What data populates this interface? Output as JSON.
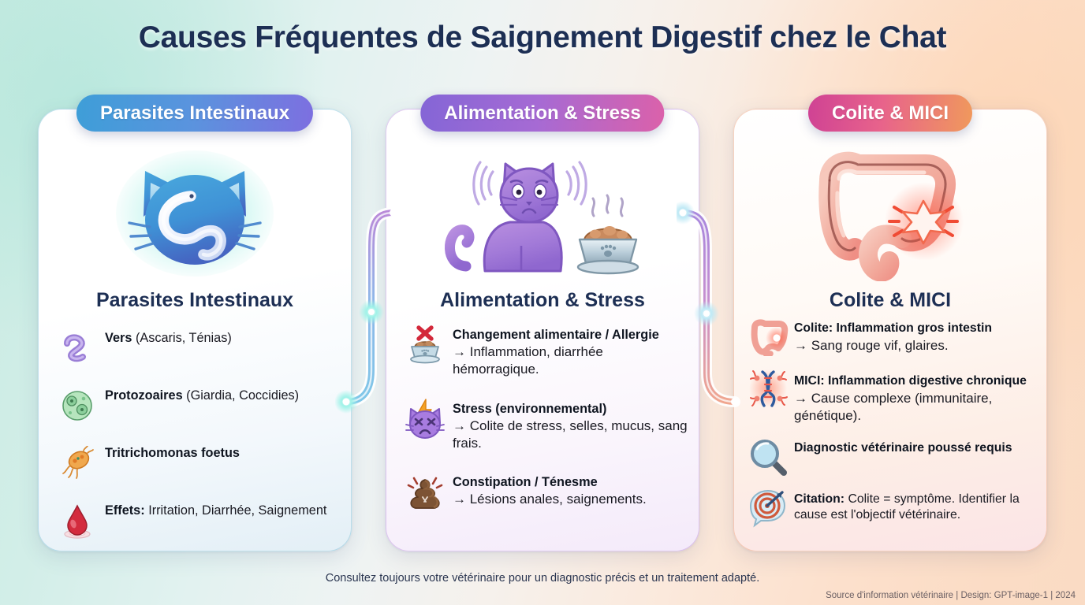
{
  "title": "Causes Fréquentes de Saignement Digestif chez le Chat",
  "footer": {
    "note": "Consultez toujours votre vétérinaire pour un diagnostic précis et un traitement adapté.",
    "credit": "Source d'information vétérinaire | Design: GPT-image-1 | 2024"
  },
  "theme": {
    "title_color": "#1d2f54",
    "background_left": "#c9ebe2",
    "background_right": "#fadbc4",
    "pill_1_colors": [
      "#3e9ed8",
      "#7d6fe0"
    ],
    "pill_2_colors": [
      "#8466d6",
      "#db61aa"
    ],
    "pill_3_colors": [
      "#cf4294",
      "#f0995c"
    ]
  },
  "columns": [
    {
      "pill_label": "Parasites Intestinaux",
      "card_title": "Parasites Intestinaux",
      "hero_icon": "cat-head-with-worm-icon",
      "items": [
        {
          "icon": "worm-icon",
          "bold": "Vers",
          "rest": " (Ascaris, Ténias)"
        },
        {
          "icon": "protozoa-icon",
          "bold": "Protozoaires",
          "rest": " (Giardia, Coccidies)"
        },
        {
          "icon": "bacteria-icon",
          "bold": "Tritrichomonas foetus",
          "rest": ""
        },
        {
          "icon": "blood-drop-icon",
          "bold": "Effets:",
          "rest": " Irritation, Diarrhée, Saignement"
        }
      ]
    },
    {
      "pill_label": "Alimentation & Stress",
      "card_title": "Alimentation & Stress",
      "hero_icon": "stressed-cat-with-food-bowl-icon",
      "items": [
        {
          "icon": "food-bowl-cross-icon",
          "bold": "Changement alimentaire / Allergie",
          "rest": "→ Inflammation, diarrhée hémorragique."
        },
        {
          "icon": "angry-cat-bolt-icon",
          "bold": "Stress (environnemental)",
          "rest": "→ Colite de stress, selles, mucus, sang frais."
        },
        {
          "icon": "poop-icon",
          "bold": "Constipation / Ténesme",
          "rest": "→ Lésions anales, saignements."
        }
      ]
    },
    {
      "pill_label": "Colite & MICI",
      "card_title": "Colite & MICI",
      "hero_icon": "inflamed-colon-icon",
      "items": [
        {
          "icon": "colon-inflamed-icon",
          "bold": "Colite: Inflammation gros intestin",
          "rest": "→ Sang rouge vif, glaires."
        },
        {
          "icon": "dna-inflamed-icon",
          "bold": "MICI: Inflammation digestive chronique",
          "rest": " → Cause complexe (immunitaire, génétique)."
        },
        {
          "icon": "magnifier-icon",
          "bold": "Diagnostic vétérinaire poussé requis",
          "rest": ""
        },
        {
          "icon": "target-speech-icon",
          "bold": "Citation:",
          "rest": " Colite = symptôme. Identifier la cause est l'objectif vétérinaire."
        }
      ]
    }
  ],
  "connectors": [
    {
      "name": "connector-parasites-to-alimentation"
    },
    {
      "name": "connector-alimentation-to-colite"
    }
  ]
}
